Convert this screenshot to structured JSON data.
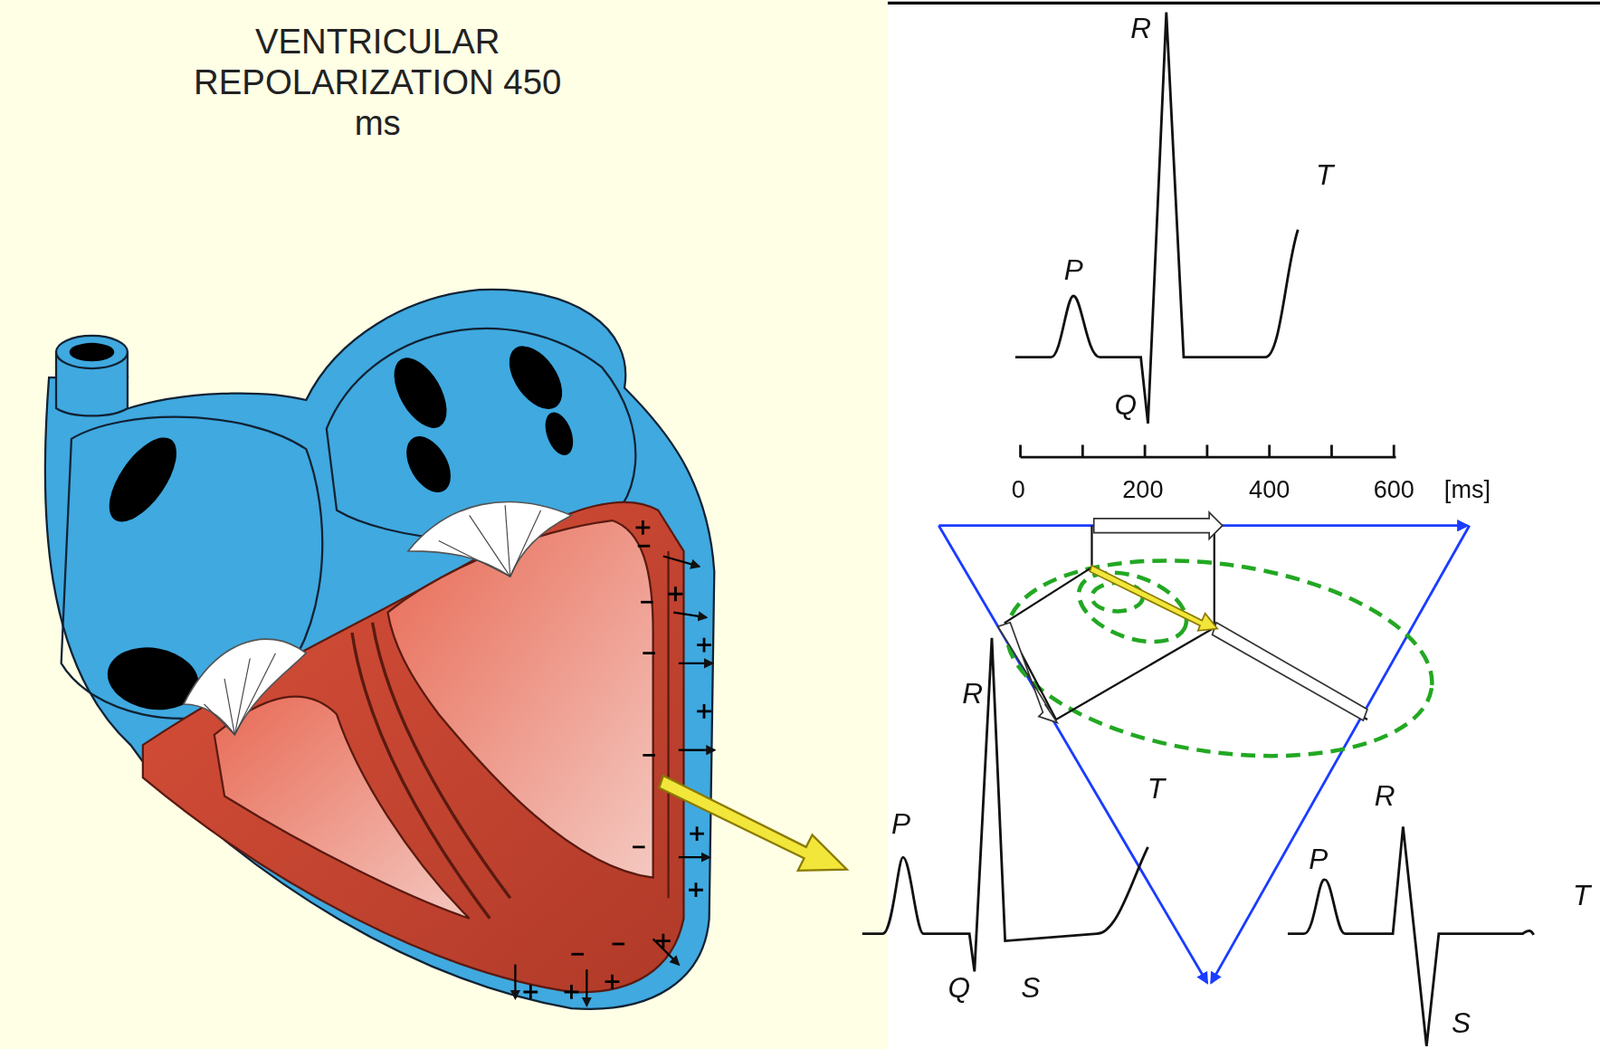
{
  "diagram": {
    "title": "VENTRICULAR REPOLARIZATION 450 ms",
    "labels": [
      "R",
      "T",
      "P",
      "Q",
      "0",
      "200",
      "400",
      "600",
      "[ms]",
      "R",
      "T",
      "P",
      "Q",
      "S",
      "R",
      "P",
      "T",
      "S"
    ]
  }
}
